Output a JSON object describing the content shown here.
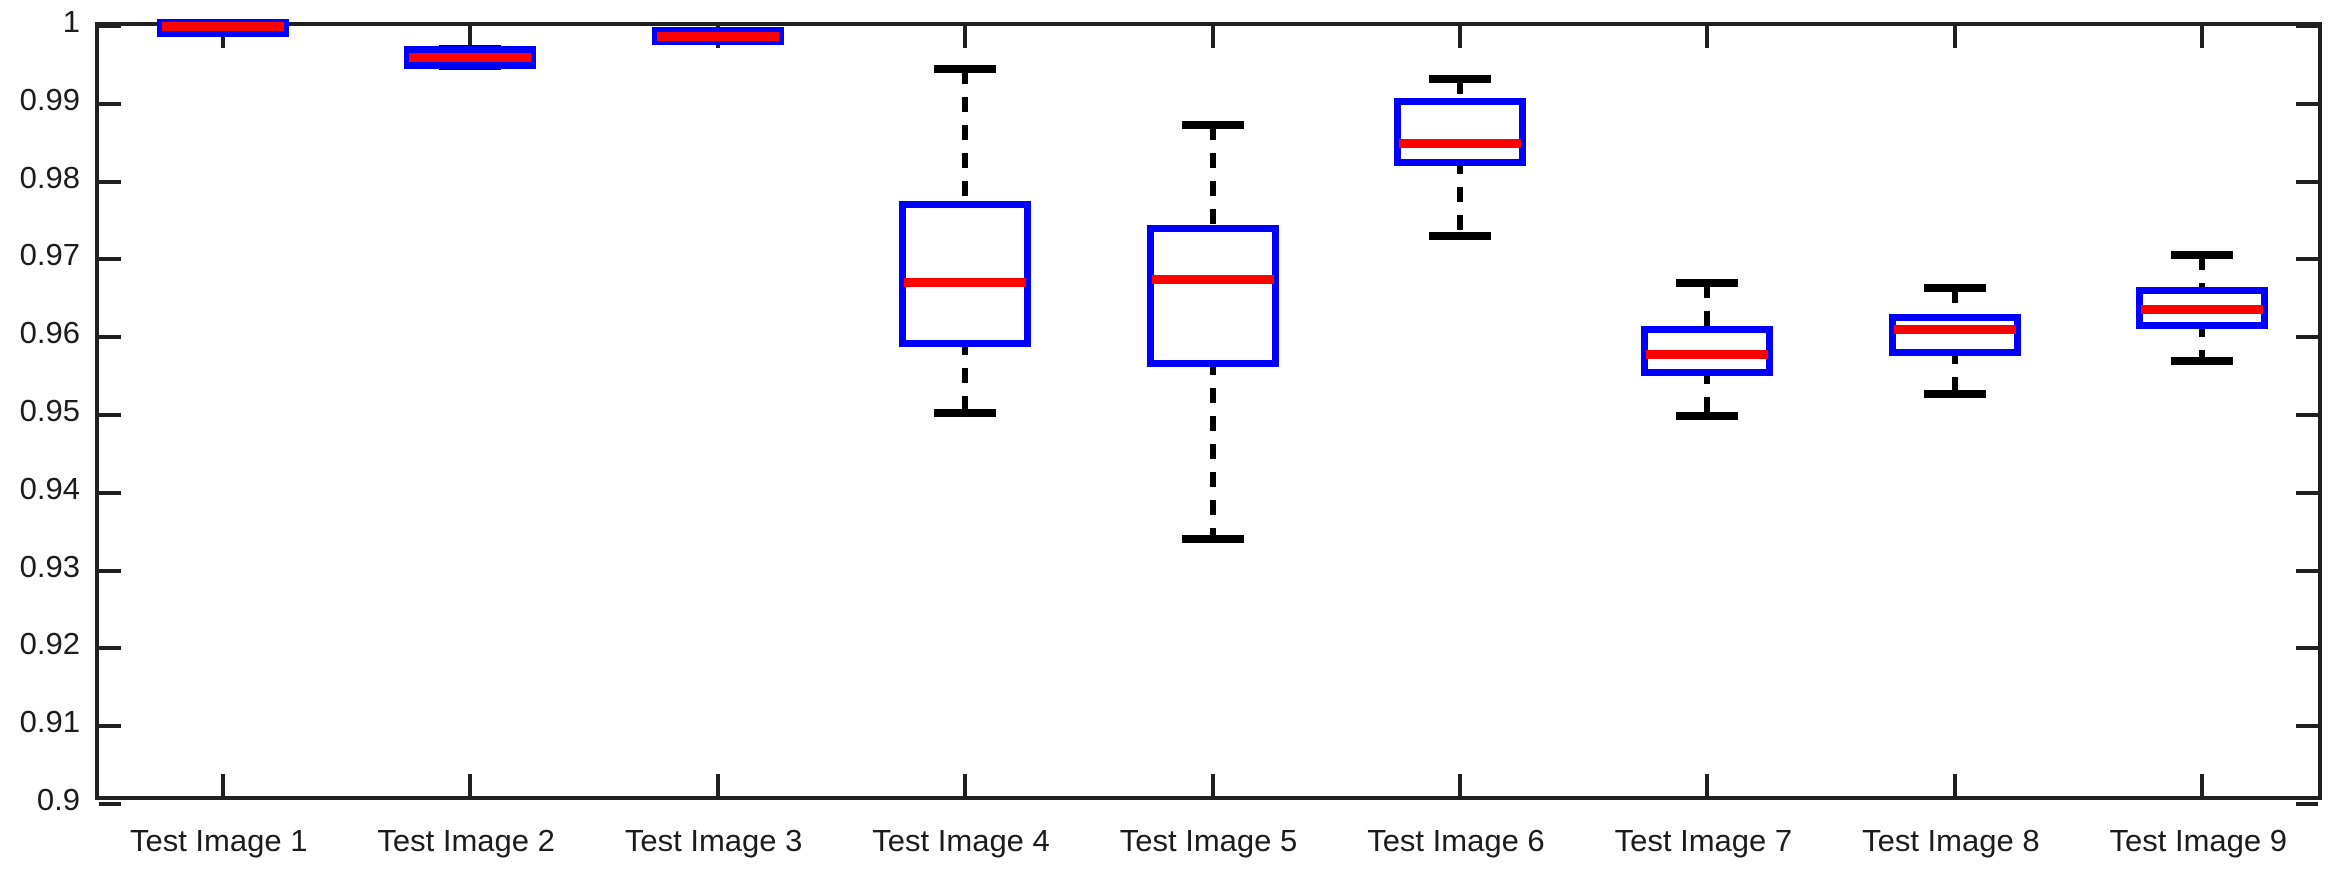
{
  "figure": {
    "background": "#ffffff",
    "colors": {
      "box": "#0000ff",
      "median": "#ff0000",
      "whisker": "#000000",
      "axis": "#202020",
      "tick_label": "#1c1c1c"
    }
  },
  "chart_data": {
    "type": "boxplot",
    "title": "",
    "xlabel": "",
    "ylabel": "",
    "ylim": [
      0.9,
      1.0
    ],
    "grid": false,
    "legend": null,
    "yticks": {
      "values": [
        1,
        0.99,
        0.98,
        0.97,
        0.96,
        0.95,
        0.94,
        0.93,
        0.92,
        0.91,
        0.9
      ],
      "labels": [
        "1",
        "0.99",
        "0.98",
        "0.97",
        "0.96",
        "0.95",
        "0.94",
        "0.93",
        "0.92",
        "0.91",
        "0.9"
      ]
    },
    "categories": [
      "Test Image 1",
      "Test Image 2",
      "Test Image 3",
      "Test Image 4",
      "Test Image 5",
      "Test Image 6",
      "Test Image 7",
      "Test Image 8",
      "Test Image 9"
    ],
    "boxes": [
      {
        "label": "Test Image 1",
        "whisker_low": 0.9993,
        "q1": 0.9995,
        "median": 1.0,
        "q3": 1.0,
        "whisker_high": 1.0
      },
      {
        "label": "Test Image 2",
        "whisker_low": 0.9948,
        "q1": 0.9954,
        "median": 0.996,
        "q3": 0.9965,
        "whisker_high": 0.9971
      },
      {
        "label": "Test Image 3",
        "whisker_low": 0.9982,
        "q1": 0.9985,
        "median": 0.9987,
        "q3": 0.999,
        "whisker_high": 0.9993
      },
      {
        "label": "Test Image 4",
        "whisker_low": 0.9503,
        "q1": 0.9597,
        "median": 0.967,
        "q3": 0.9766,
        "whisker_high": 0.9945
      },
      {
        "label": "Test Image 5",
        "whisker_low": 0.934,
        "q1": 0.9571,
        "median": 0.9674,
        "q3": 0.9735,
        "whisker_high": 0.9873
      },
      {
        "label": "Test Image 6",
        "whisker_low": 0.973,
        "q1": 0.9829,
        "median": 0.9849,
        "q3": 0.9899,
        "whisker_high": 0.9932
      },
      {
        "label": "Test Image 7",
        "whisker_low": 0.9499,
        "q1": 0.9559,
        "median": 0.9578,
        "q3": 0.9605,
        "whisker_high": 0.967
      },
      {
        "label": "Test Image 8",
        "whisker_low": 0.9527,
        "q1": 0.9585,
        "median": 0.961,
        "q3": 0.9621,
        "whisker_high": 0.9663
      },
      {
        "label": "Test Image 9",
        "whisker_low": 0.957,
        "q1": 0.962,
        "median": 0.9635,
        "q3": 0.9656,
        "whisker_high": 0.9706
      }
    ]
  }
}
